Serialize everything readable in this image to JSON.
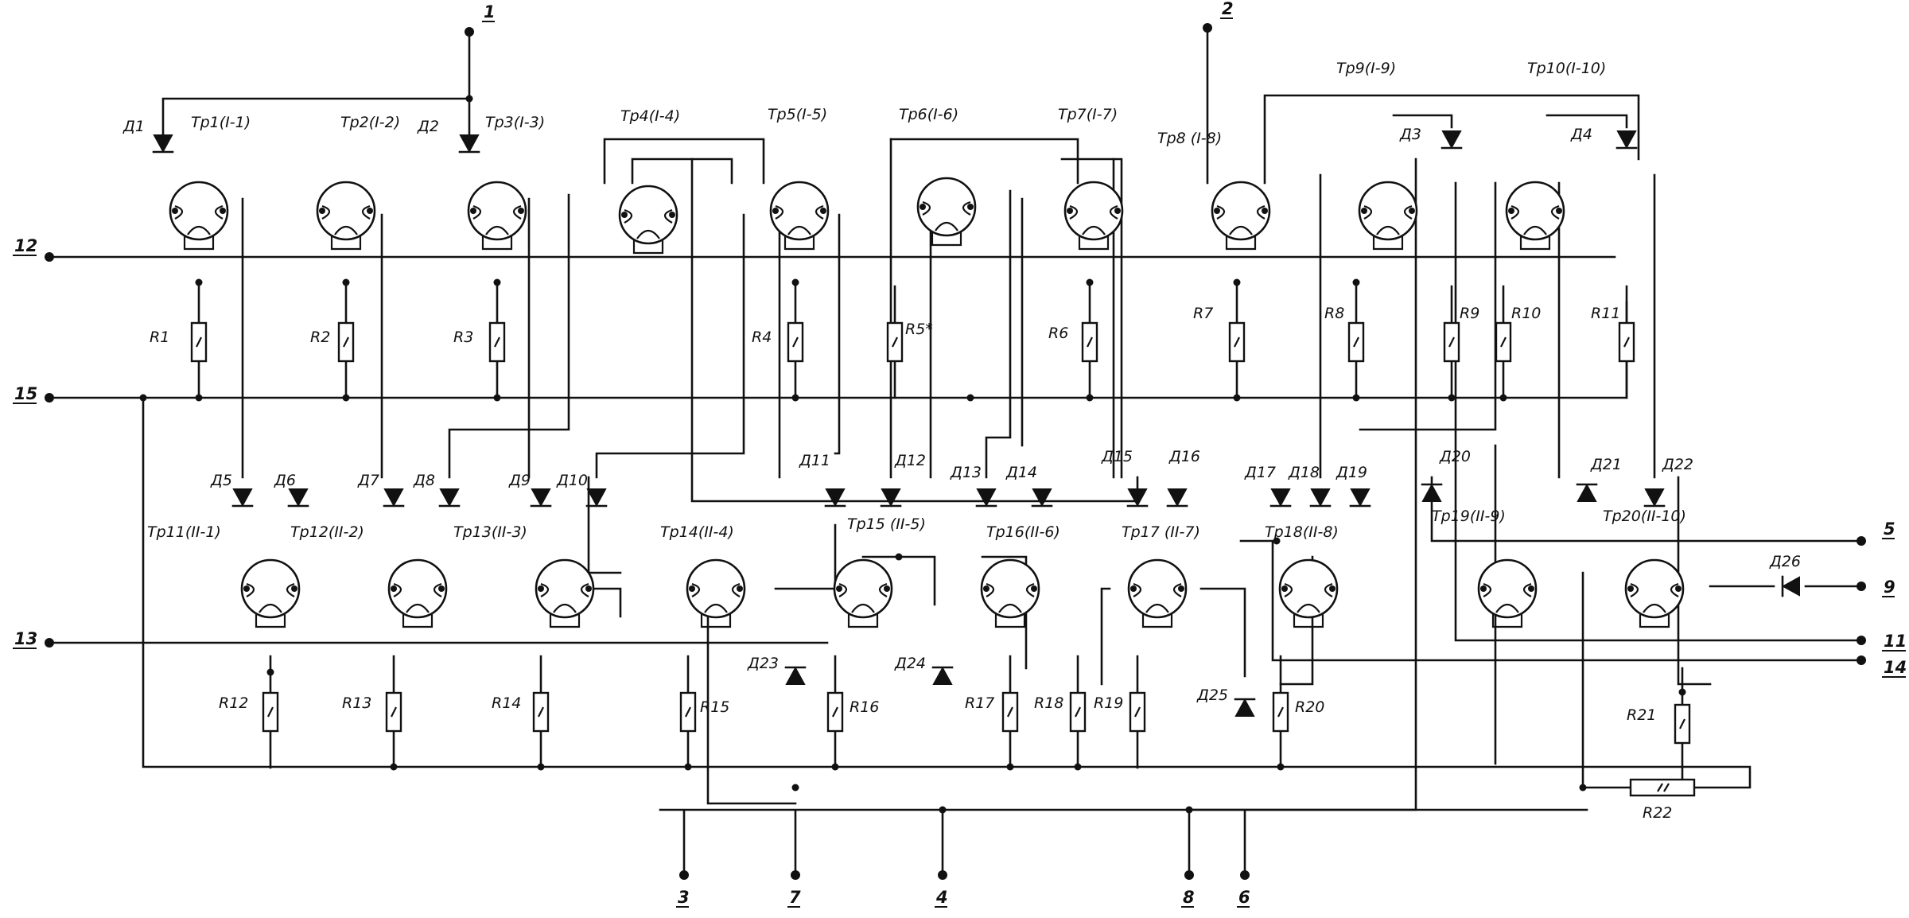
{
  "transistors": [
    {
      "id": "tp1",
      "label": "Тр1(I-1)"
    },
    {
      "id": "tp2",
      "label": "Тр2(I-2)"
    },
    {
      "id": "tp3",
      "label": "Тр3(I-3)"
    },
    {
      "id": "tp4",
      "label": "Тр4(I-4)"
    },
    {
      "id": "tp5",
      "label": "Тр5(I-5)"
    },
    {
      "id": "tp6",
      "label": "Тр6(I-6)"
    },
    {
      "id": "tp7",
      "label": "Тр7(I-7)"
    },
    {
      "id": "tp8",
      "label": "Тр8   (I-8)"
    },
    {
      "id": "tp9",
      "label": "Тр9(I-9)"
    },
    {
      "id": "tp10",
      "label": "Тр10(I-10)"
    },
    {
      "id": "tp11",
      "label": "Тр11(II-1)"
    },
    {
      "id": "tp12",
      "label": "Тр12(II-2)"
    },
    {
      "id": "tp13",
      "label": "Тр13(II-3)"
    },
    {
      "id": "tp14",
      "label": "Тр14(II-4)"
    },
    {
      "id": "tp15",
      "label": "Тр15   (II-5)"
    },
    {
      "id": "tp16",
      "label": "Тр16(II-6)"
    },
    {
      "id": "tp17",
      "label": "Тр17   (II-7)"
    },
    {
      "id": "tp18",
      "label": "Тр18(II-8)"
    },
    {
      "id": "tp19",
      "label": "Тр19(II-9)"
    },
    {
      "id": "tp20",
      "label": "Тр20(II-10)"
    }
  ],
  "diodes": [
    "Д1",
    "Д2",
    "Д3",
    "Д4",
    "Д5",
    "Д6",
    "Д7",
    "Д8",
    "Д9",
    "Д10",
    "Д11",
    "Д12",
    "Д13",
    "Д14",
    "Д15",
    "Д16",
    "Д17",
    "Д18",
    "Д19",
    "Д20",
    "Д21",
    "Д22",
    "Д23",
    "Д24",
    "Д25",
    "Д26"
  ],
  "resistors": [
    "R1",
    "R2",
    "R3",
    "R4",
    "R5*",
    "R6",
    "R7",
    "R8",
    "R9",
    "R10",
    "R11",
    "R12",
    "R13",
    "R14",
    "R15",
    "R16",
    "R17",
    "R18",
    "R19",
    "R20",
    "R21",
    "R22"
  ],
  "terminals": {
    "t1": "1",
    "t2": "2",
    "t3": "3",
    "t4": "4",
    "t5": "5",
    "t6": "6",
    "t7": "7",
    "t8": "8",
    "t9": "9",
    "t11": "11",
    "t12": "12",
    "t13": "13",
    "t14": "14",
    "t15": "15"
  }
}
